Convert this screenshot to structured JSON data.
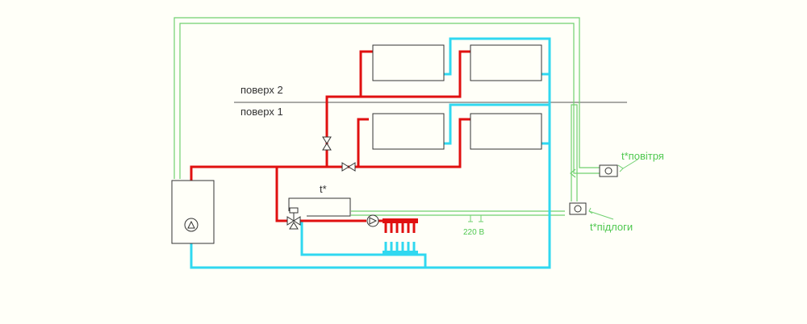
{
  "labels": {
    "floor_2": "поверх 2",
    "floor_1": "поверх 1",
    "mixer_temp": "t*",
    "air_temp": "t*повітря",
    "floor_temp": "t*підлоги",
    "power": "220 В"
  },
  "colors": {
    "background": "#fffff8",
    "supply": "#e01010",
    "return": "#30d8f0",
    "control": "#70d070",
    "equipment": "#333333"
  },
  "icons": [
    "boiler-icon",
    "pump-icon",
    "radiator-icon",
    "valve-icon",
    "mixing-valve-icon",
    "manifold-icon",
    "sensor-icon"
  ]
}
